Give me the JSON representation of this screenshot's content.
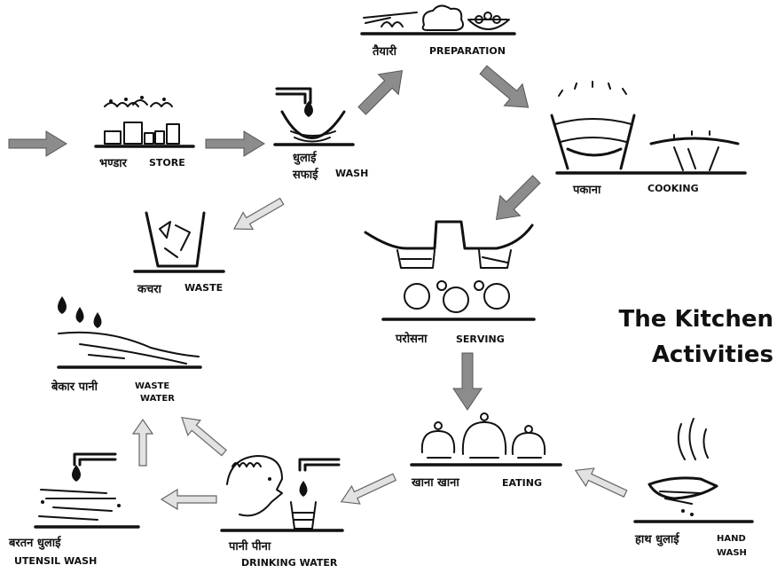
{
  "title": {
    "line1": "The Kitchen",
    "line2": "Activities"
  },
  "nodes": {
    "store": {
      "hindi": "भण्डार",
      "english": "STORE"
    },
    "wash": {
      "hindi": "धुलाई",
      "hindi2": "सफाई",
      "english": "WASH"
    },
    "preparation": {
      "hindi": "तैयारी",
      "english": "PREPARATION"
    },
    "cooking": {
      "hindi": "पकाना",
      "english": "COOKING"
    },
    "waste": {
      "hindi": "कचरा",
      "english": "WASTE"
    },
    "serving": {
      "hindi": "परोसना",
      "english": "SERVING"
    },
    "waste_water": {
      "hindi": "बेकार पानी",
      "english": "WASTE",
      "english2": "WATER"
    },
    "eating": {
      "hindi": "खाना खाना",
      "english": "EATING"
    },
    "hand_wash": {
      "hindi": "हाथ धुलाई",
      "english": "HAND",
      "english2": "WASH"
    },
    "utensil_wash": {
      "hindi": "बरतन धुलाई",
      "english": "UTENSIL WASH"
    },
    "drinking_water": {
      "hindi": "पानी पीना",
      "english": "DRINKING WATER"
    }
  },
  "colors": {
    "arrow_dark": "#8c8c8c",
    "arrow_light": "#e2e2e2",
    "ink": "#111111"
  }
}
